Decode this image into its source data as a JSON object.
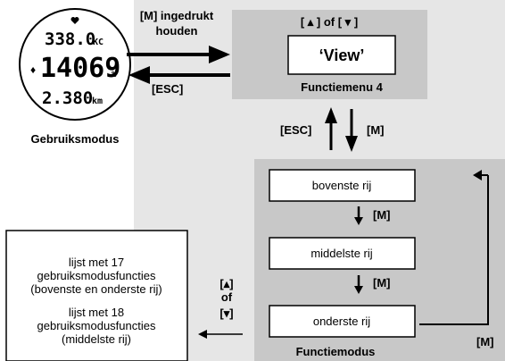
{
  "watch": {
    "label": "Gebruiksmodus",
    "row_top": "338.0",
    "row_top_unit": "KC",
    "row_mid": "14069",
    "row_mid_unit": "%",
    "row_bot": "2.380",
    "row_bot_unit": "km"
  },
  "arrows": {
    "hold_m_line1": "[M] ingedrukt",
    "hold_m_line2": "houden",
    "esc_left": "[ESC]",
    "esc_vertical": "[ESC]",
    "m_vertical": "[M]",
    "m_step1": "[M]",
    "m_step2": "[M]",
    "m_loop": "[M]",
    "updown_line1": "[▴]",
    "updown_line2": "of",
    "updown_line3": "[▾]"
  },
  "menu4": {
    "header": "[ ▴ ] of [ ▾ ]",
    "view": "‘View’",
    "caption": "Functiemenu 4"
  },
  "function_mode": {
    "row_top": "bovenste rij",
    "row_mid": "middelste rij",
    "row_bot": "onderste rij",
    "caption": "Functiemodus"
  },
  "list_box": {
    "p1_l1": "lijst met 17",
    "p1_l2": "gebruiksmodusfuncties",
    "p1_l3": "(bovenste en onderste rij)",
    "p2_l1": "lijst met 18",
    "p2_l2": "gebruiksmodusfuncties",
    "p2_l3": "(middelste rij)"
  },
  "colors": {
    "panel_gray": "#c8c8c8",
    "bg_light": "#e6e6e6",
    "box_fill": "#ffffff",
    "line": "#000000"
  }
}
